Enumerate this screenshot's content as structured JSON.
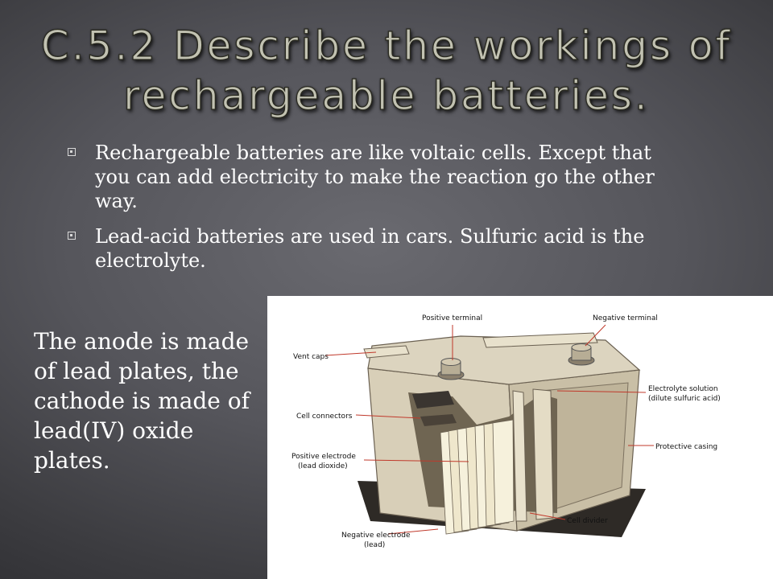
{
  "slide": {
    "title": "C.5.2  Describe the workings of rechargeable batteries.",
    "bullets": [
      "Rechargeable batteries are like voltaic cells.  Except that you can add electricity to make the reaction go the other way.",
      "Lead-acid batteries are used in cars.  Sulfuric acid is the electrolyte."
    ],
    "side_text": "The anode is made of lead plates, the cathode is made of lead(IV) oxide plates."
  },
  "diagram": {
    "labels": {
      "positive_terminal": "Positive terminal",
      "negative_terminal": "Negative terminal",
      "vent_caps": "Vent caps",
      "electrolyte_1": "Electrolyte solution",
      "electrolyte_2": "(dilute sulfuric acid)",
      "cell_connectors": "Cell connectors",
      "protective_casing": "Protective casing",
      "positive_electrode_1": "Positive electrode",
      "positive_electrode_2": "(lead dioxide)",
      "cell_divider": "Cell divider",
      "negative_electrode_1": "Negative electrode",
      "negative_electrode_2": "(lead)"
    }
  },
  "colors": {
    "background": "#55555b",
    "title": "#c2c2b2",
    "text": "#ffffff",
    "leader_lines": "#c0392b"
  }
}
